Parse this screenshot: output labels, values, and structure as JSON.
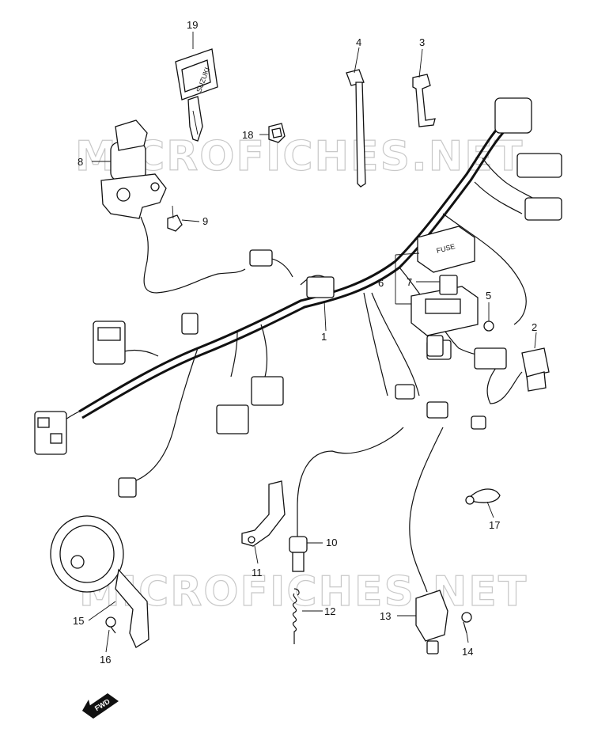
{
  "watermark": "MICROFICHES.NET",
  "fuse_label": "FUSE",
  "key_brand": "SUZUKI",
  "fwd_label": "FWD",
  "callouts": [
    {
      "id": "c1",
      "label": "1"
    },
    {
      "id": "c2",
      "label": "2"
    },
    {
      "id": "c3",
      "label": "3"
    },
    {
      "id": "c4",
      "label": "4"
    },
    {
      "id": "c5",
      "label": "5"
    },
    {
      "id": "c6",
      "label": "6"
    },
    {
      "id": "c7",
      "label": "7"
    },
    {
      "id": "c8",
      "label": "8"
    },
    {
      "id": "c9",
      "label": "9"
    },
    {
      "id": "c10",
      "label": "10"
    },
    {
      "id": "c11",
      "label": "11"
    },
    {
      "id": "c12",
      "label": "12"
    },
    {
      "id": "c13",
      "label": "13"
    },
    {
      "id": "c14",
      "label": "14"
    },
    {
      "id": "c15",
      "label": "15"
    },
    {
      "id": "c16",
      "label": "16"
    },
    {
      "id": "c17",
      "label": "17"
    },
    {
      "id": "c18",
      "label": "18"
    },
    {
      "id": "c19",
      "label": "19"
    }
  ]
}
